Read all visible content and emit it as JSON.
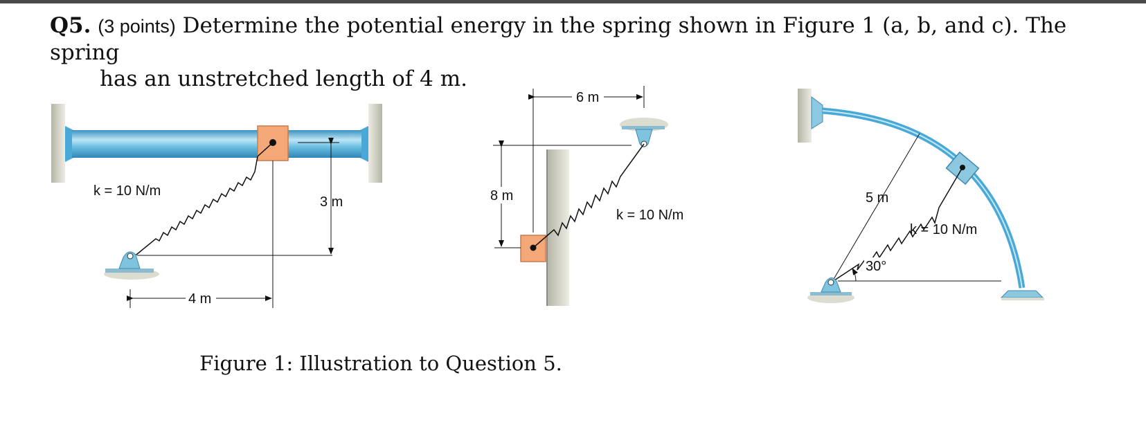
{
  "question": {
    "label": "Q5.",
    "points": "(3 points)",
    "text_line1": "Determine the potential energy in the spring shown in Figure 1 (a, b, and c). The spring",
    "text_line2": "has an unstretched length of 4 m."
  },
  "figure_a": {
    "k_label": "k = 10 N/m",
    "height_label": "3 m",
    "width_label": "4 m"
  },
  "figure_b": {
    "top_label": "6 m",
    "height_label": "8 m",
    "k_label": "k = 10 N/m"
  },
  "figure_c": {
    "radius_label": "5 m",
    "k_label": "k = 10 N/m",
    "angle_label": "30°"
  },
  "caption": "Figure 1: Illustration to Question 5.",
  "colors": {
    "rod": "#5fb6dc",
    "collar": "#f4a878",
    "support": "#7ec4de",
    "wall": "#c9c9b8"
  }
}
